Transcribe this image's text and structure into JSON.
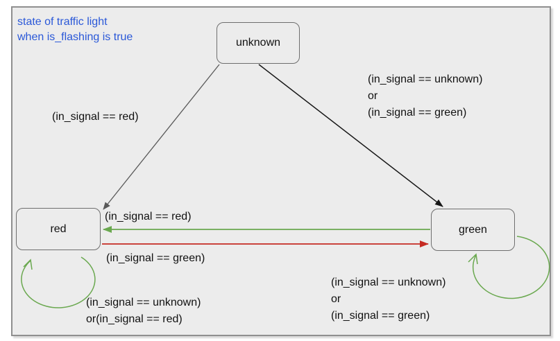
{
  "title": {
    "lines": [
      "state of traffic light",
      "when is_flashing is true"
    ]
  },
  "states": {
    "unknown": {
      "label": "unknown"
    },
    "red": {
      "label": "red"
    },
    "green": {
      "label": "green"
    }
  },
  "edges": {
    "unknown_to_red": {
      "label": "(in_signal == red)"
    },
    "unknown_to_green": {
      "lines": [
        "(in_signal == unknown)",
        "or",
        "(in_signal == green)"
      ]
    },
    "green_to_red": {
      "label": "(in_signal == red)"
    },
    "red_to_green": {
      "label": "(in_signal == green)"
    },
    "red_self": {
      "lines": [
        "(in_signal == unknown)",
        "or(in_signal == red)"
      ]
    },
    "green_self": {
      "lines": [
        "(in_signal == unknown)",
        "or",
        "(in_signal == green)"
      ]
    }
  },
  "colors": {
    "background": "#ececec",
    "frame_border": "#8f8f8f",
    "state_border": "#6e6e6e",
    "title": "#2a58d8",
    "green": "#6aa84f",
    "red": "#c62b23",
    "gray_edge": "#595959",
    "black_edge": "#161616"
  }
}
